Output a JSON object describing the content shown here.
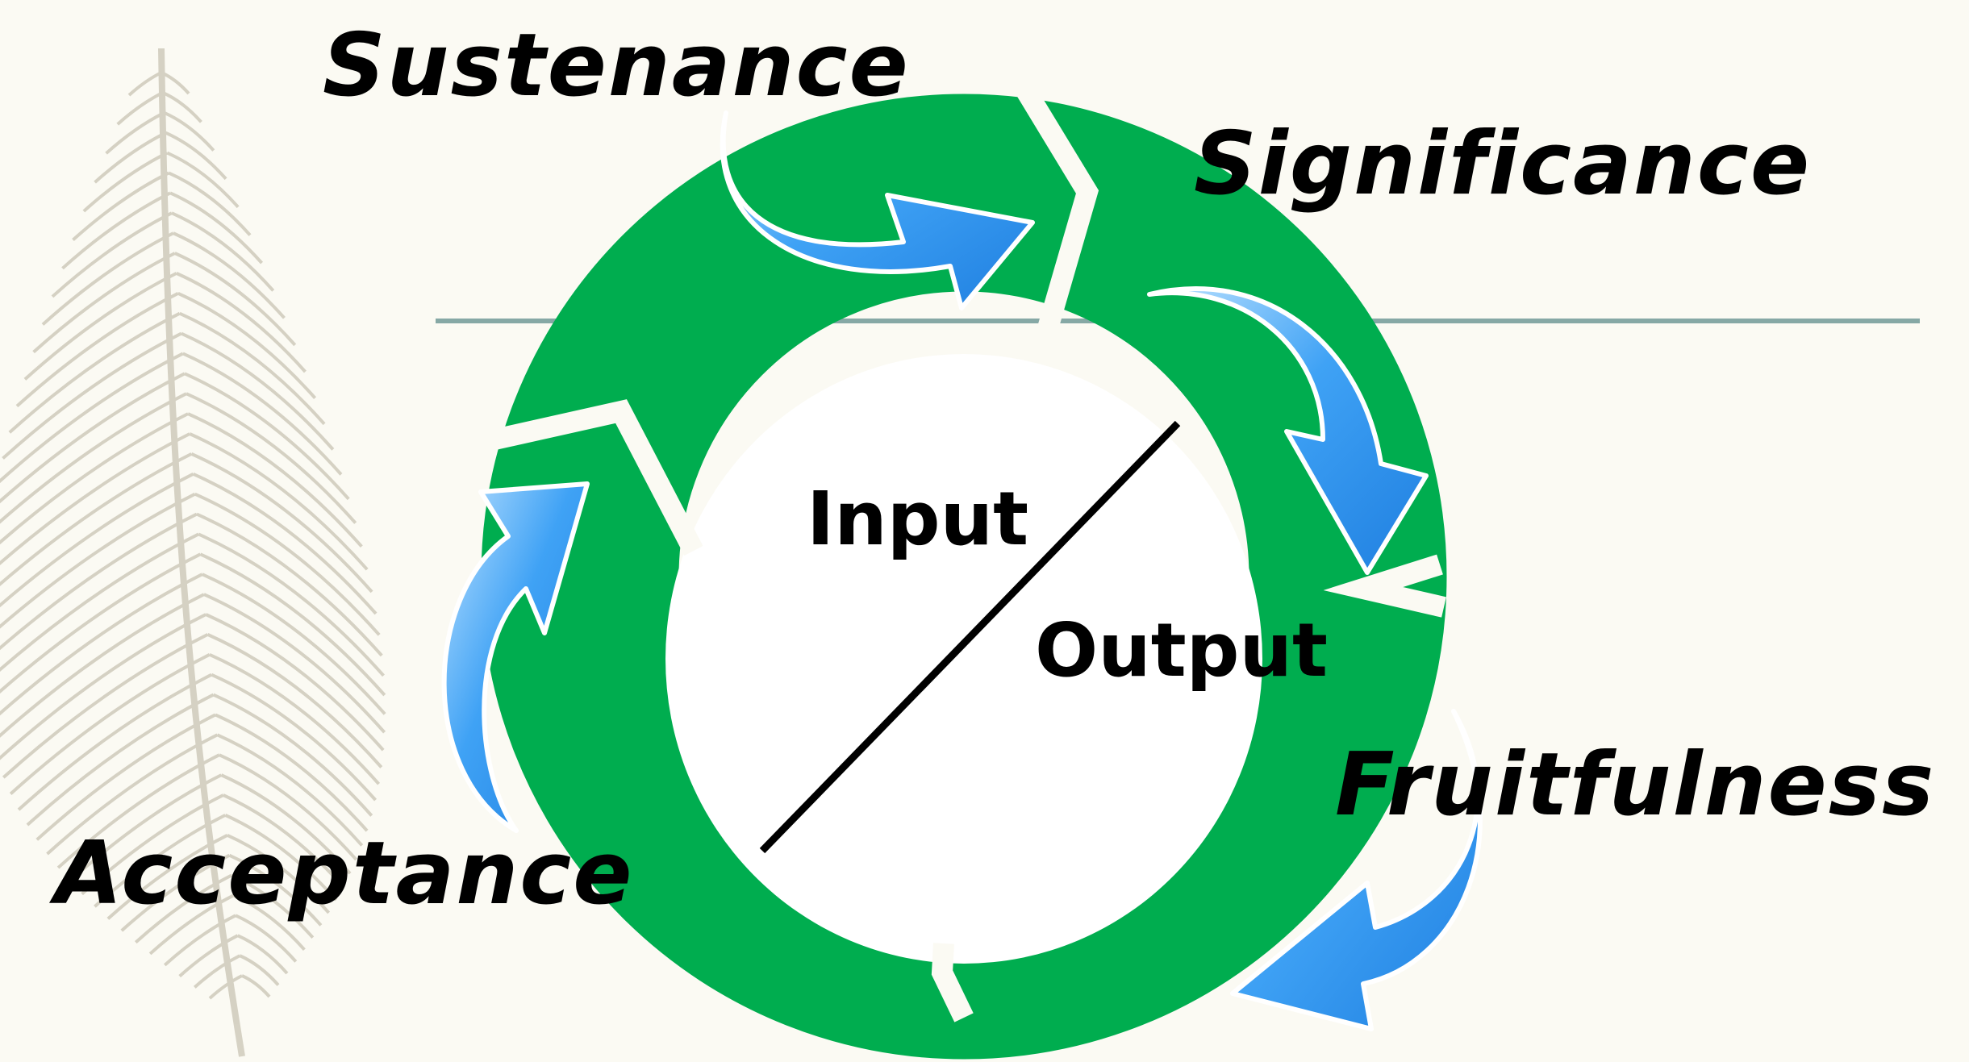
{
  "stages": {
    "sustenance": "Sustenance",
    "significance": "Significance",
    "fruitfulness": "Fruitfulness",
    "acceptance": "Acceptance"
  },
  "center": {
    "input": "Input",
    "output": "Output"
  },
  "colors": {
    "background": "#fbfaf3",
    "ring": "#00ad4f",
    "arrow": "#3fa2f5",
    "arrow_highlight": "#dff0ff",
    "rule_line": "#86a8a5",
    "feather": "#cfcabb"
  },
  "decorations": {
    "feather": "feather-icon"
  }
}
